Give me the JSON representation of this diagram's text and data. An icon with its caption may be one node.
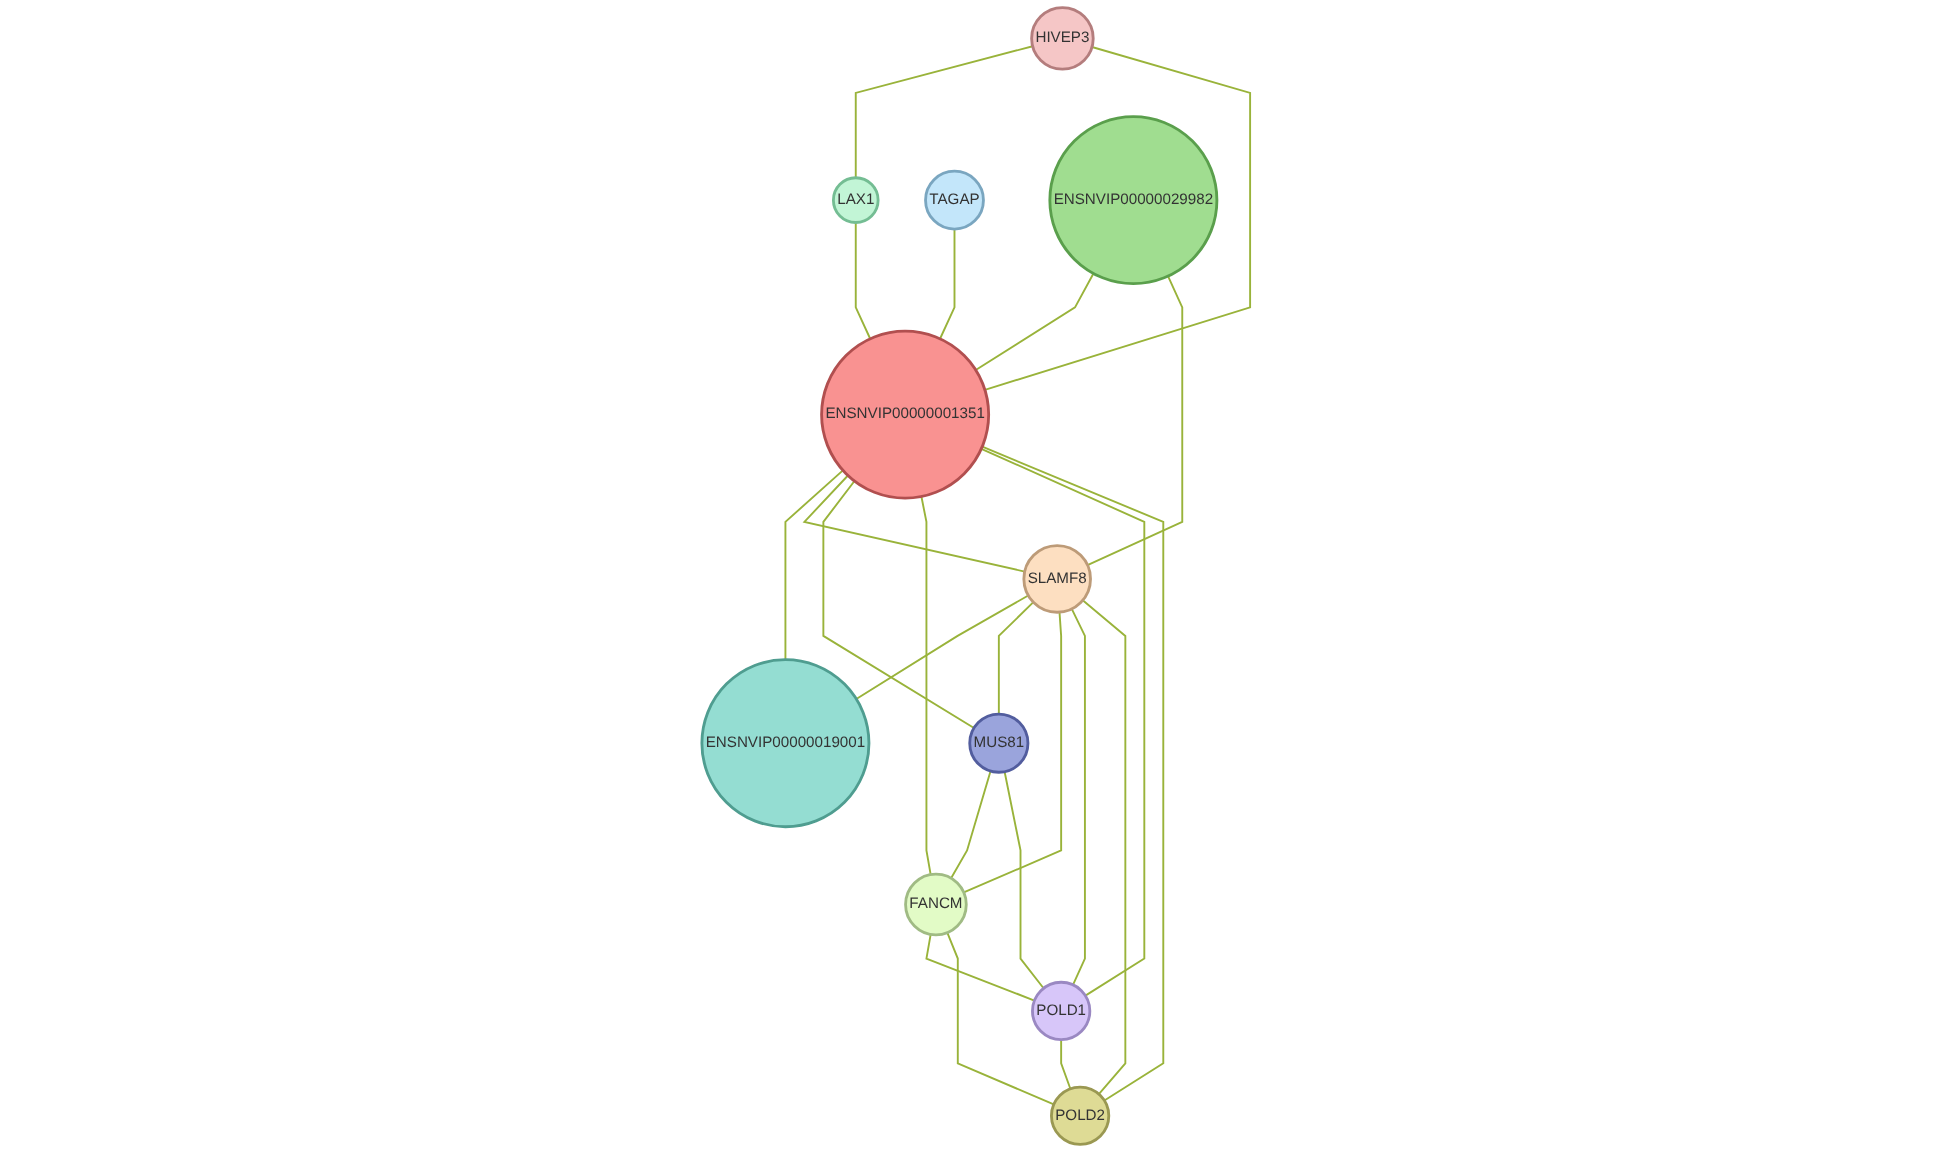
{
  "diagram": {
    "nodes": [
      {
        "text": [
          "HIVEP3"
        ]
      },
      {
        "text": [
          "LAX1"
        ]
      },
      {
        "text": [
          "TAGAP"
        ]
      },
      {
        "text": [
          "ENSNVIP00000029982"
        ]
      },
      {
        "text": [
          "ENSNVIP00000001351"
        ]
      },
      {
        "text": [
          "SLAMF8"
        ]
      },
      {
        "text": [
          "ENSNVIP00000019001"
        ]
      },
      {
        "text": [
          "MUS81"
        ]
      },
      {
        "text": [
          "FANCM"
        ]
      },
      {
        "text": [
          "POLD2"
        ]
      },
      {
        "text": [
          "POLD1"
        ]
      }
    ],
    "edges": [
      {
        "from": 0,
        "to": 1,
        "arrow": "none"
      },
      {
        "from": 0,
        "to": 4,
        "arrow": "none"
      },
      {
        "from": 1,
        "to": 4,
        "arrow": "none"
      },
      {
        "from": 2,
        "to": 4,
        "arrow": "none"
      },
      {
        "from": 3,
        "to": 4,
        "arrow": "none"
      },
      {
        "from": 3,
        "to": 5,
        "arrow": "none"
      },
      {
        "from": 4,
        "to": 6,
        "arrow": "none"
      },
      {
        "from": 5,
        "to": 6,
        "arrow": "none"
      },
      {
        "from": 4,
        "to": 5,
        "arrow": "none"
      },
      {
        "from": 4,
        "to": 7,
        "arrow": "none"
      },
      {
        "from": 4,
        "to": 8,
        "arrow": "none"
      },
      {
        "from": 4,
        "to": 10,
        "arrow": "none"
      },
      {
        "from": 4,
        "to": 9,
        "arrow": "none"
      },
      {
        "from": 5,
        "to": 7,
        "arrow": "none"
      },
      {
        "from": 5,
        "to": 8,
        "arrow": "none"
      },
      {
        "from": 5,
        "to": 10,
        "arrow": "none"
      },
      {
        "from": 5,
        "to": 9,
        "arrow": "none"
      },
      {
        "from": 7,
        "to": 8,
        "arrow": "none"
      },
      {
        "from": 7,
        "to": 10,
        "arrow": "none"
      },
      {
        "from": 8,
        "to": 10,
        "arrow": "none"
      },
      {
        "from": 8,
        "to": 9,
        "arrow": "none"
      },
      {
        "from": 10,
        "to": 9,
        "arrow": "none"
      }
    ]
  }
}
